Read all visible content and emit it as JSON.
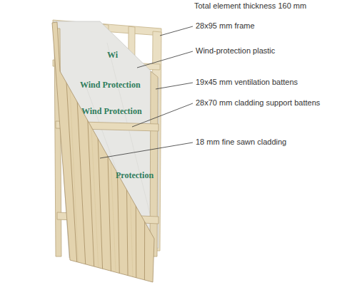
{
  "diagram": {
    "labels": [
      "Total element thickness 160 mm",
      "28x95 mm frame",
      "Wind-protection plastic",
      "19x45 mm ventilation battens",
      "28x70 mm cladding support battens",
      "18 mm fine sawn cladding",
      "Wi",
      "Wind Protection",
      "Wind Protection",
      "Protection"
    ]
  }
}
